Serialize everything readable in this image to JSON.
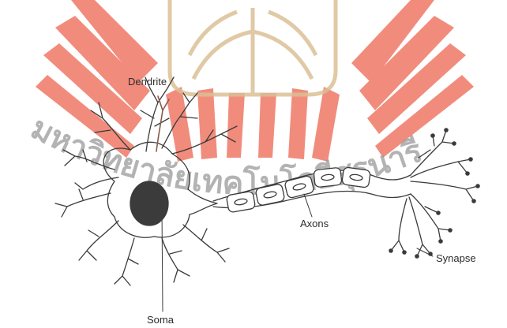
{
  "diagram": {
    "labels": {
      "dendrite": "Dendrite",
      "soma": "Soma",
      "axons": "Axons",
      "synapse": "Synapse"
    }
  },
  "watermark": {
    "thai_text": "มหาวิทยาลัยเทคโนโลยีสุรนารี",
    "colors": {
      "red": "#e8473a",
      "gold": "#c9a253",
      "gray": "#8a8a8a"
    }
  },
  "colors": {
    "stroke": "#3a3a3a",
    "nucleus": "#3b3b3b",
    "branch_tint": "#8b5a4a"
  }
}
